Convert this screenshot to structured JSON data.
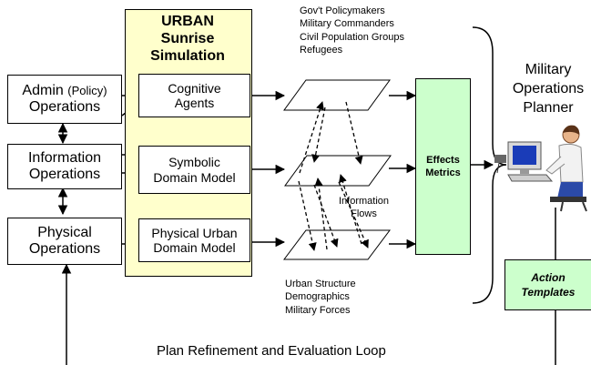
{
  "simulation": {
    "title_line1": "URBAN",
    "title_line2": "Sunrise",
    "title_line3": "Simulation"
  },
  "operations": {
    "admin_main": "Admin",
    "admin_policy": "(Policy)",
    "admin_line2": "Operations",
    "information_line1": "Information",
    "information_line2": "Operations",
    "physical_line1": "Physical",
    "physical_line2": "Operations"
  },
  "models": {
    "cognitive_line1": "Cognitive",
    "cognitive_line2": "Agents",
    "symbolic_line1": "Symbolic",
    "symbolic_line2": "Domain Model",
    "physical_line1": "Physical Urban",
    "physical_line2": "Domain Model"
  },
  "top_groups": [
    "Gov't Policymakers",
    "Military Commanders",
    "Civil Population Groups",
    "Refugees"
  ],
  "bottom_groups": [
    "Urban Structure",
    "Demographics",
    "Military Forces"
  ],
  "info_flows": {
    "line1": "Information",
    "line2": "Flows"
  },
  "effects_metrics": {
    "line1": "Effects",
    "line2": "Metrics"
  },
  "planner": {
    "line1": "Military",
    "line2": "Operations",
    "line3": "Planner"
  },
  "action_templates": {
    "line1": "Action",
    "line2": "Templates"
  },
  "loop_label": "Plan Refinement and Evaluation Loop",
  "colors": {
    "sim_panel": "#ffffcc",
    "metrics": "#ccffcc",
    "templates": "#ccffcc"
  }
}
